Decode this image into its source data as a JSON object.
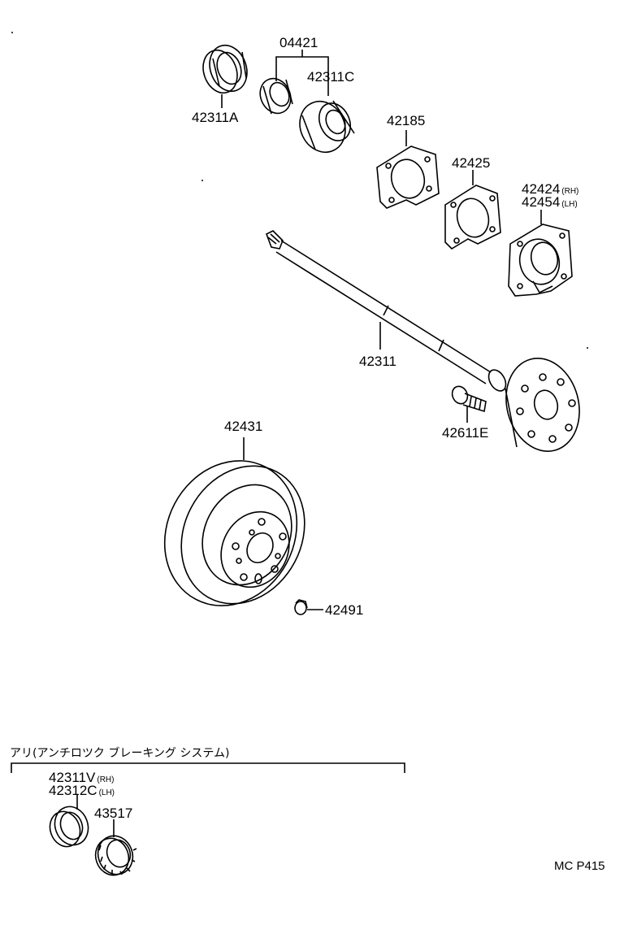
{
  "parts": {
    "p04421": "04421",
    "p42311C": "42311C",
    "p42311A": "42311A",
    "p42185": "42185",
    "p42425": "42425",
    "p42424": "42424",
    "p42424_side": "(RH)",
    "p42454": "42454",
    "p42454_side": "(LH)",
    "p42311": "42311",
    "p42611E": "42611E",
    "p42431": "42431",
    "p42491": "42491"
  },
  "abs_group": {
    "title": "アリ(アンチロツク ブレーキング システム)",
    "p42311V": "42311V",
    "p42311V_side": "(RH)",
    "p42312C": "42312C",
    "p42312C_side": "(LH)",
    "p43517": "43517"
  },
  "diagram_code": "MC P415"
}
